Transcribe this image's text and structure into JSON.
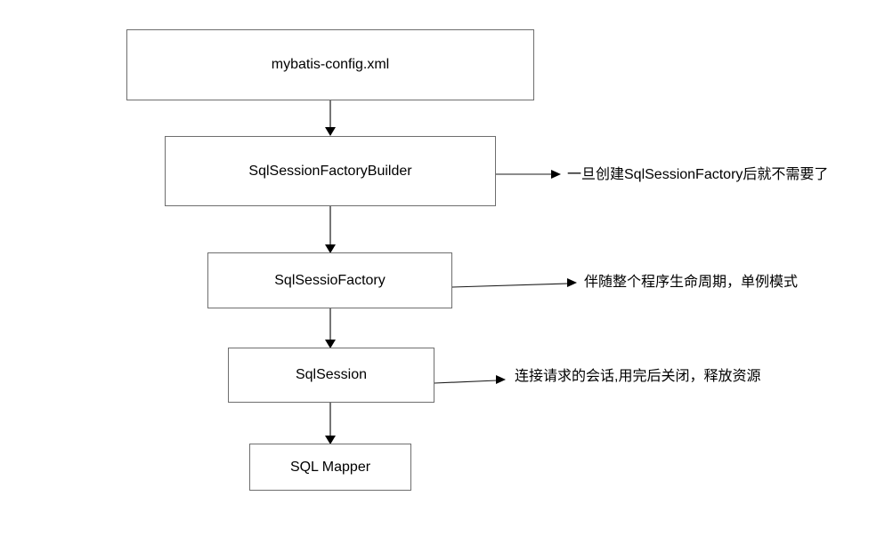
{
  "diagram": {
    "nodes": [
      {
        "id": "mybatis-config-xml",
        "label": "mybatis-config.xml"
      },
      {
        "id": "sqlsessionfactorybuilder",
        "label": "SqlSessionFactoryBuilder"
      },
      {
        "id": "sqlsessiofactory",
        "label": "SqlSessioFactory"
      },
      {
        "id": "sqlsession",
        "label": "SqlSession"
      },
      {
        "id": "sql-mapper",
        "label": "SQL Mapper"
      }
    ],
    "annotations": [
      {
        "for": "sqlsessionfactorybuilder",
        "text": "一旦创建SqlSessionFactory后就不需要了"
      },
      {
        "for": "sqlsessiofactory",
        "text": "伴随整个程序生命周期，单例模式"
      },
      {
        "for": "sqlsession",
        "text": "连接请求的会话,用完后关闭，释放资源"
      }
    ],
    "colors": {
      "background": "#ffffff",
      "box_border": "#6e6e6e",
      "arrow_line": "#3c3c3c",
      "arrow_head": "#000000",
      "text": "#000000"
    }
  }
}
